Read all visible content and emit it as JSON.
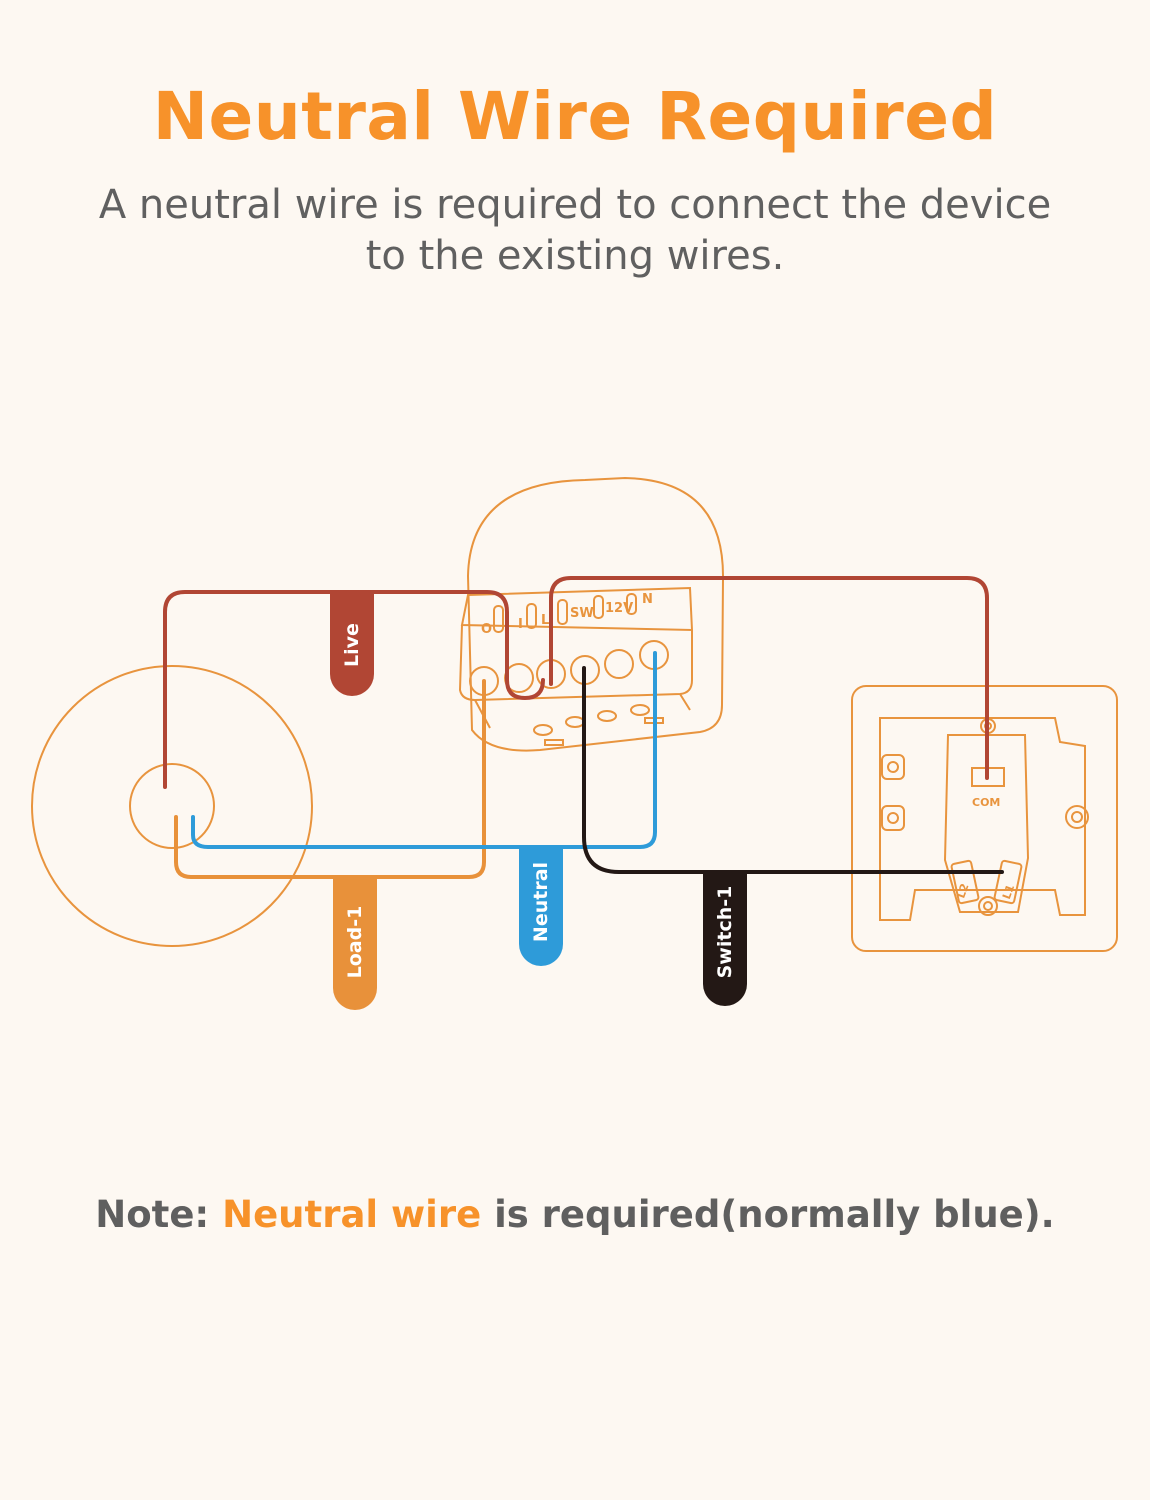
{
  "header": {
    "title": "Neutral Wire Required",
    "subtitle": "A neutral wire is required to connect the device to the existing wires."
  },
  "terminals": [
    "O",
    "I",
    "L",
    "SW",
    "12V",
    "N"
  ],
  "switch_labels": {
    "com": "COM",
    "l2": "L2",
    "l1": "L1"
  },
  "wire_tags": {
    "live": "Live",
    "load": "Load-1",
    "neutral": "Neutral",
    "switch": "Switch-1"
  },
  "note": {
    "prefix": "Note:",
    "highlight": "Neutral wire",
    "suffix": "is required(normally blue)."
  },
  "colors": {
    "background": "#fdf8f2",
    "accent": "#f7922a",
    "outline": "#e8943e",
    "live": "#b14634",
    "load": "#e8913a",
    "neutral": "#2e9bd9",
    "switch": "#231815",
    "text": "#606060"
  }
}
